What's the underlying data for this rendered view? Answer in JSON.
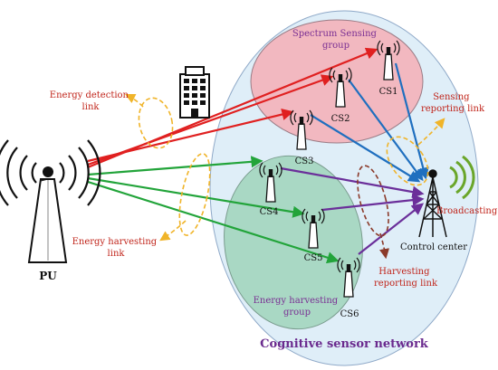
{
  "labels": {
    "pu": "PU",
    "energy_detection_link": [
      "Energy detection",
      "link"
    ],
    "energy_harvesting_link": [
      "Energy harvesting",
      "link"
    ],
    "spectrum_sensing_group": [
      "Spectrum Sensing",
      "group"
    ],
    "energy_harvesting_group": [
      "Energy harvesting",
      "group"
    ],
    "sensing_reporting_link": [
      "Sensing",
      "reporting link"
    ],
    "harvesting_reporting_link": [
      "Harvesting",
      "reporting link"
    ],
    "broadcasting": "Broadcasting",
    "control_center": "Control center",
    "cognitive_sensor_network": "Cognitive sensor network",
    "sensors": [
      "CS1",
      "CS2",
      "CS3",
      "CS4",
      "CS5",
      "CS6"
    ]
  },
  "colors": {
    "energy_detection": "#e02020",
    "energy_harvesting": "#22a43a",
    "sensing_report": "#1f6fbf",
    "harvest_report": "#6b2f9a",
    "broadcast": "#6aa62a",
    "network_fill": "#dfeef8",
    "sensing_group_fill": "#f2b8c0",
    "harvest_group_fill": "#a9d8c4",
    "gold_dashed": "#f0b429",
    "brown_dashed": "#8b3a2a"
  }
}
